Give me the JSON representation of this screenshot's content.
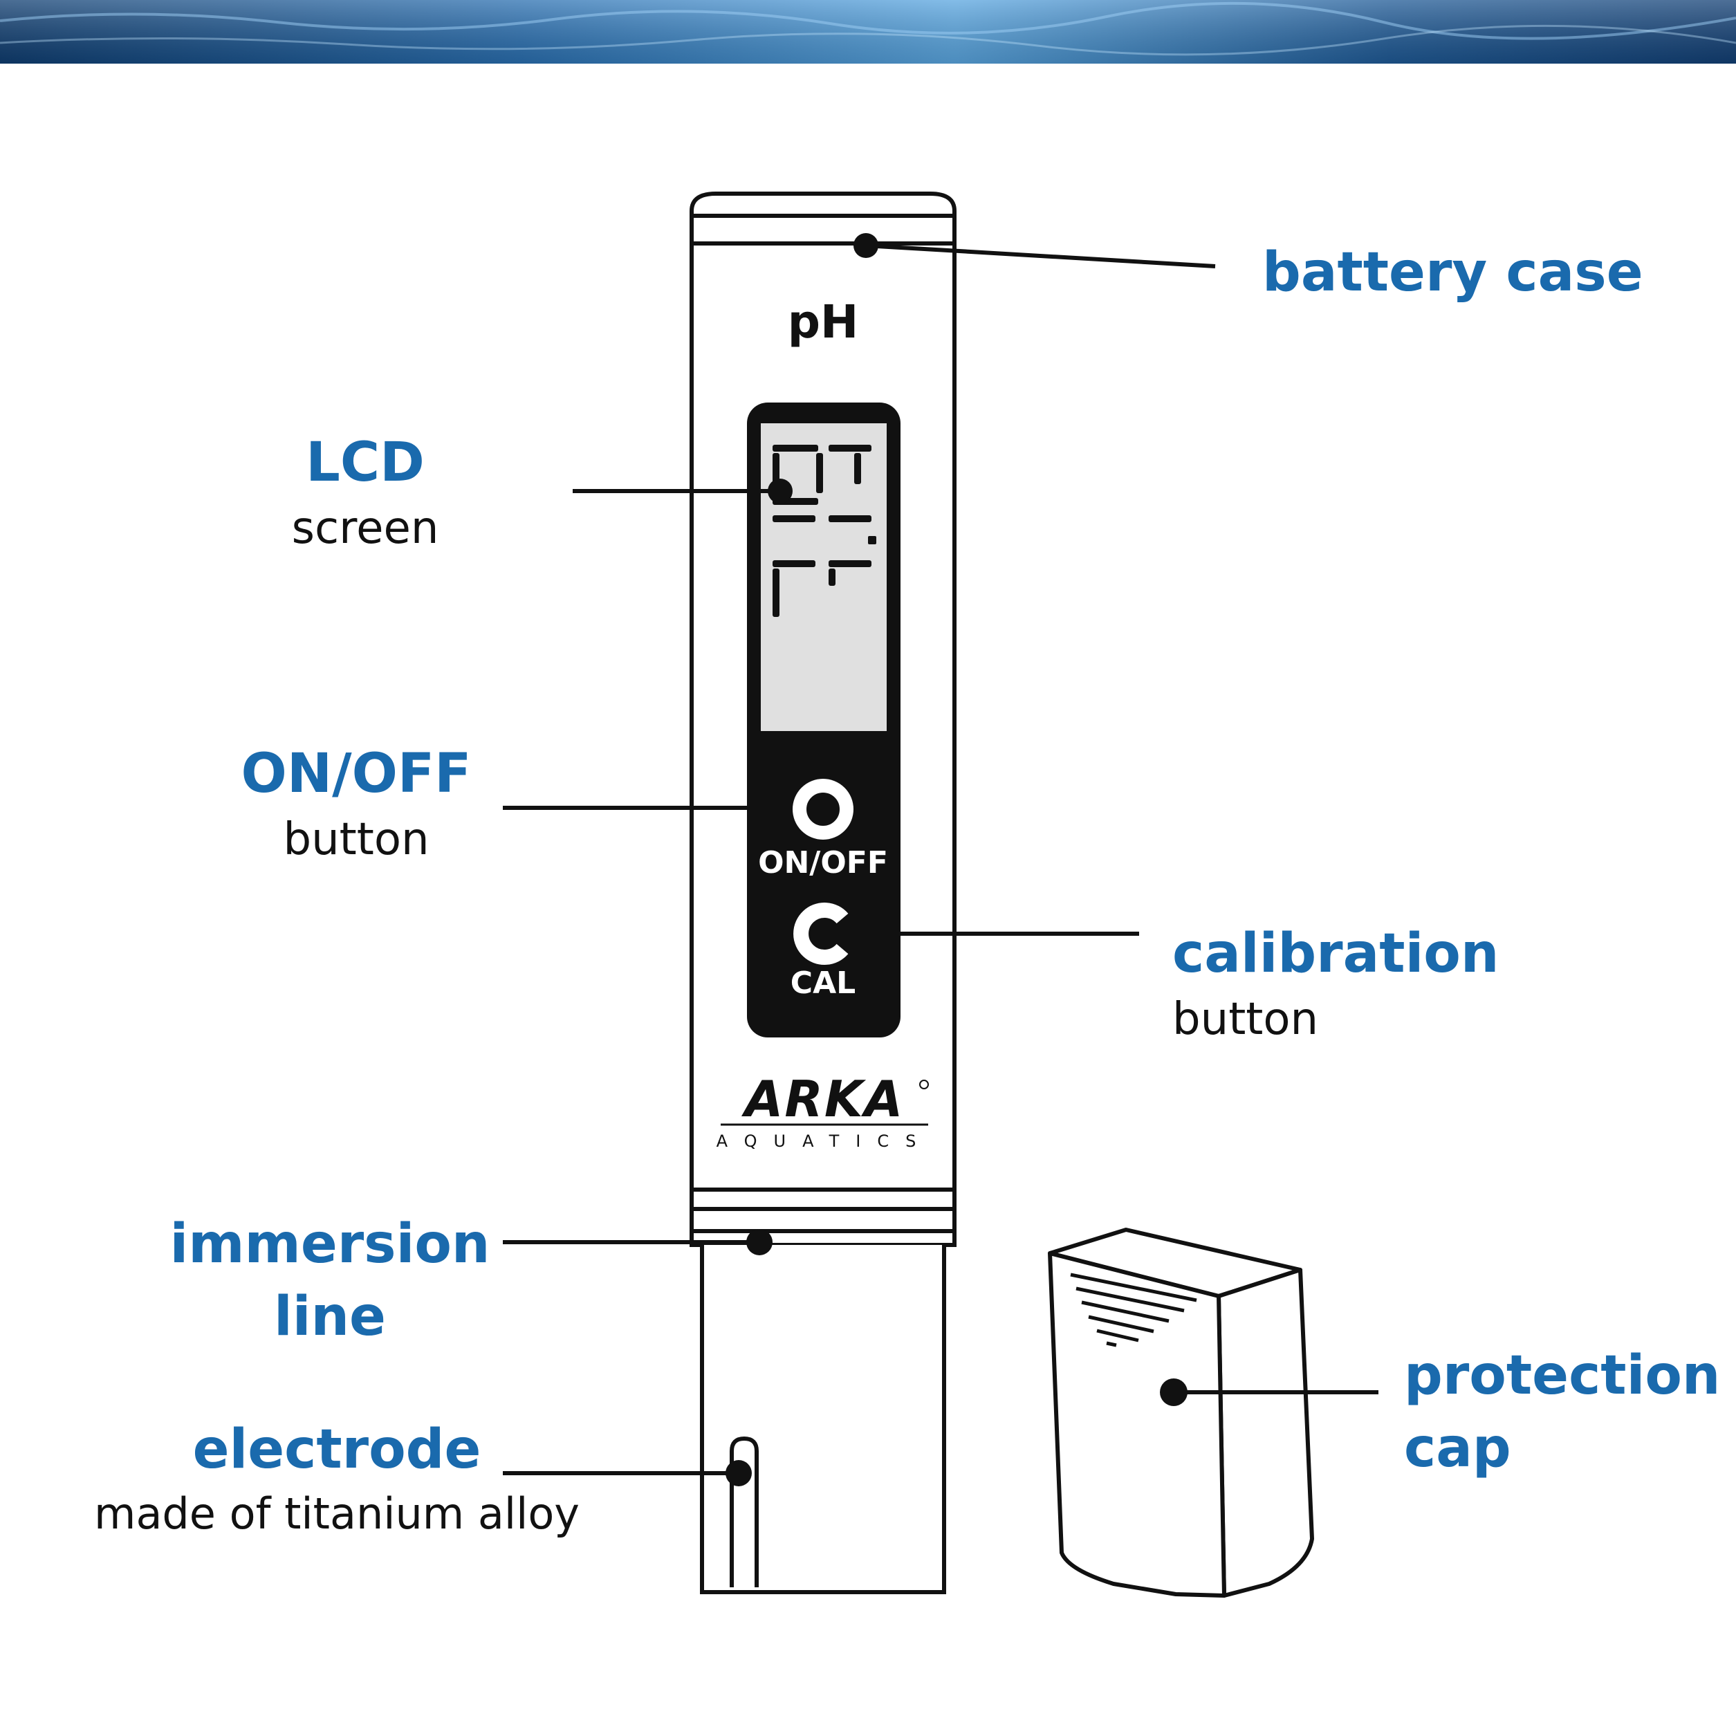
{
  "colors": {
    "label_blue": "#1a6aad",
    "ink": "#111111",
    "lcd_background": "#e0e0e0",
    "water_banner": "#1b4f86"
  },
  "device": {
    "reading_label": "pH",
    "on_off_label": "ON/OFF",
    "cal_label": "CAL",
    "brand_name": "ARKA",
    "brand_sub": "AQUATICS"
  },
  "callouts": {
    "battery_case": {
      "title": "battery case"
    },
    "lcd": {
      "title": "LCD",
      "subtitle": "screen"
    },
    "on_off": {
      "title": "ON/OFF",
      "subtitle": "button"
    },
    "calibration": {
      "title": "calibration",
      "subtitle": "button"
    },
    "immersion": {
      "title_line1": "immersion",
      "title_line2": "line"
    },
    "electrode": {
      "title": "electrode",
      "subtitle": "made of titanium alloy"
    },
    "protection_cap": {
      "title_line1": "protection",
      "title_line2": "cap"
    }
  }
}
